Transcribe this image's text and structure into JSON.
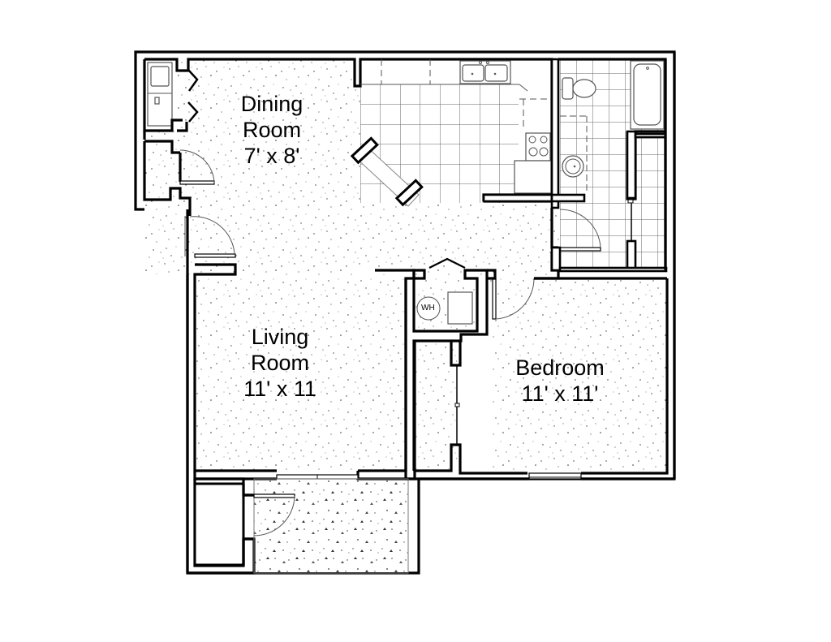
{
  "floor_plan": {
    "rooms": [
      {
        "id": "dining",
        "name": "Dining",
        "name2": "Room",
        "dims": "7' x 8'"
      },
      {
        "id": "living",
        "name": "Living",
        "name2": "Room",
        "dims": "11' x 11"
      },
      {
        "id": "bedroom",
        "name": "Bedroom",
        "dims": "11' x 11'"
      }
    ],
    "fixtures": {
      "water_heater": "WH"
    },
    "unlabeled_areas": [
      "kitchen",
      "bathroom",
      "walk-in-shower",
      "washer-dryer-closet",
      "coat-closet",
      "bedroom-closet",
      "patio",
      "storage"
    ]
  }
}
